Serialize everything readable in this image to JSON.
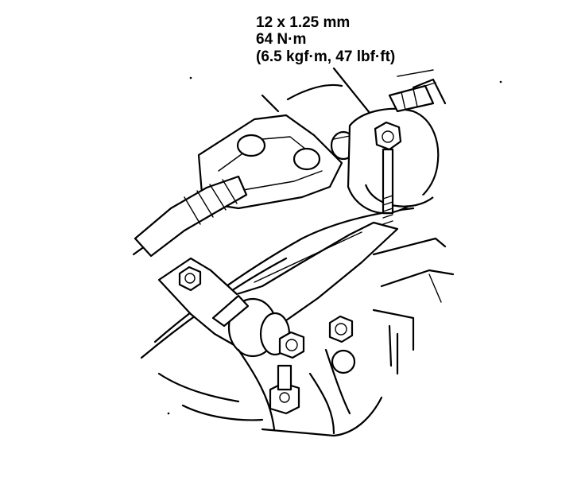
{
  "callout": {
    "thread_spec": "12 x 1.25 mm",
    "torque_nm": "64 N·m",
    "torque_alt": "(6.5 kgf·m, 47 lbf·ft)"
  },
  "colors": {
    "line": "#000000",
    "background": "#ffffff"
  }
}
